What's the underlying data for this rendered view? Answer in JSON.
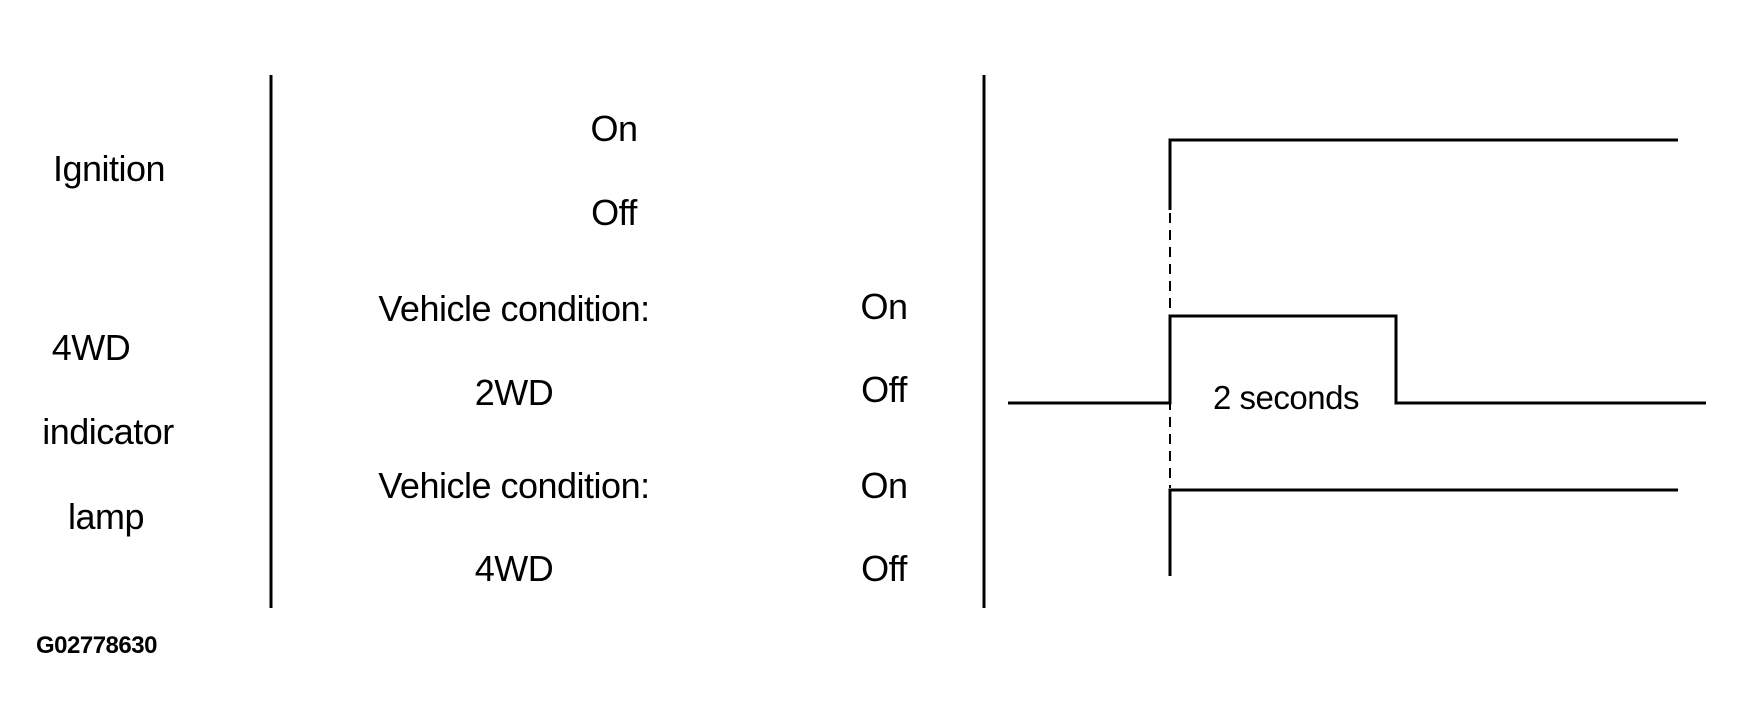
{
  "left_labels": {
    "ignition": "Ignition",
    "lamp_line1": "4WD",
    "lamp_line2": "indicator",
    "lamp_line3": "lamp"
  },
  "ignition_states": {
    "on": "On",
    "off": "Off"
  },
  "conditions": [
    {
      "label_line1": "Vehicle condition:",
      "label_line2": "2WD",
      "on": "On",
      "off": "Off"
    },
    {
      "label_line1": "Vehicle condition:",
      "label_line2": "4WD",
      "on": "On",
      "off": "Off"
    }
  ],
  "pulse_label": "2 seconds",
  "figure_id": "G02778630"
}
